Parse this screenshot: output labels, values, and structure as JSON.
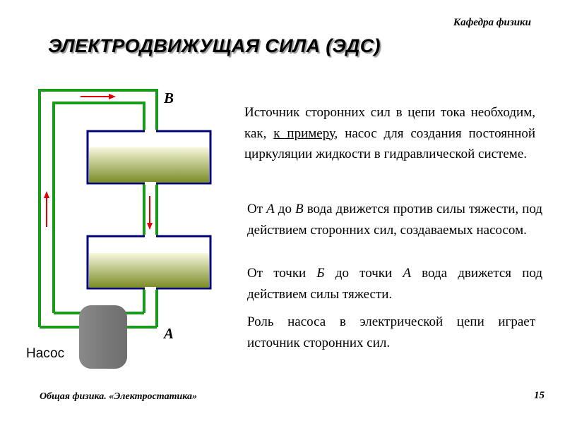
{
  "header": {
    "department": "Кафедра физики",
    "title": "ЭЛЕКТРОДВИЖУЩАЯ СИЛА (ЭДС)"
  },
  "diagram": {
    "label_top": "В",
    "label_bottom": "А",
    "pump_label": "Насос",
    "pipe_color": "#1a9a1a",
    "tank_border_color": "#00007a",
    "arrow_color": "#e00000",
    "pump_color": "#7f7f7f"
  },
  "text": {
    "p1": {
      "a": "Источник сторонних сил в цепи тока необходим, как, ",
      "b": "к примеру",
      "c": ", насос для создания постоянной циркуляции жидкости в гидравлической системе."
    },
    "p2": {
      "a": "От ",
      "b": "А",
      "c": " до ",
      "d": "В",
      "e": " вода движется против силы тяжести, под действием сторонних сил, создаваемых насосом."
    },
    "p3": {
      "a": "От точки ",
      "b": "Б",
      "c": " до точки ",
      "d": "А",
      "e": " вода движется под действием силы тяжести."
    },
    "p4": "Роль насоса в электрической цепи играет источник сторонних сил."
  },
  "footer": {
    "course": "Общая физика. «Электростатика»",
    "page_number": "15"
  }
}
